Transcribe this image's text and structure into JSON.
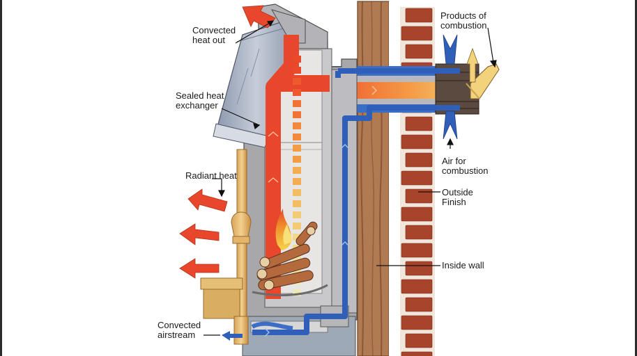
{
  "labels": {
    "convected_heat_out": [
      "Convected",
      "heat out"
    ],
    "sealed_heat_exchanger": [
      "Sealed heat",
      "exchanger"
    ],
    "radiant_heat": "Radiant heat",
    "convected_airstream": [
      "Convected",
      "airstream"
    ],
    "products_of_combustion": [
      "Products of",
      "combustion"
    ],
    "air_for_combustion": [
      "Air for",
      "combustion"
    ],
    "outside_finish": [
      "Outside",
      "Finish"
    ],
    "inside_wall": "Inside wall"
  },
  "colors": {
    "hot_flow": "#e8472c",
    "cool_flow": "#2f5fb8",
    "brick": "#a8442c",
    "mortar": "#f1e6dc",
    "wood": "#b07a52",
    "sheet_metal": "#b9b9bd",
    "exchanger": "#9aa6ba"
  }
}
